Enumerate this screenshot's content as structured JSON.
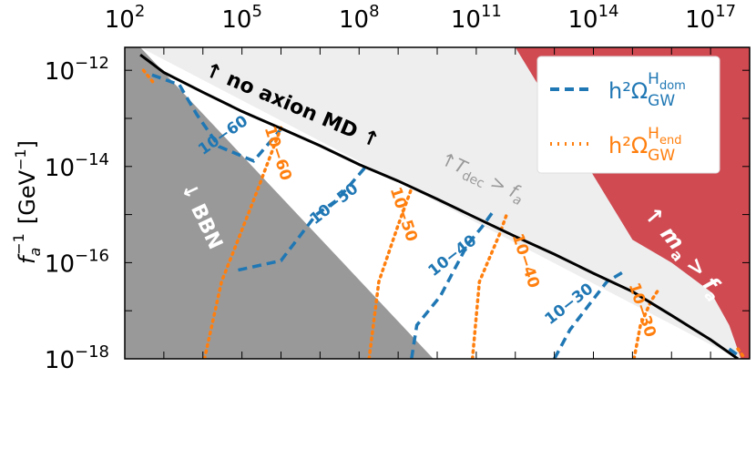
{
  "chart_data": {
    "type": "line",
    "x_axis": {
      "scale": "log",
      "range": [
        100.0,
        1e+18
      ],
      "tick_labels": [
        {
          "value": 100.0,
          "base": "10",
          "exp": "2"
        },
        {
          "value": 100000.0,
          "base": "10",
          "exp": "5"
        },
        {
          "value": 100000000.0,
          "base": "10",
          "exp": "8"
        },
        {
          "value": 100000000000.0,
          "base": "10",
          "exp": "11"
        },
        {
          "value": 100000000000000.0,
          "base": "10",
          "exp": "14"
        },
        {
          "value": 1e+17,
          "base": "10",
          "exp": "17"
        }
      ],
      "label_position": "top"
    },
    "y_axis": {
      "scale": "log",
      "range": [
        1e-18,
        3e-12
      ],
      "tick_labels": [
        {
          "value": 1e-12,
          "base": "10",
          "exp": "−12"
        },
        {
          "value": 1e-14,
          "base": "10",
          "exp": "−14"
        },
        {
          "value": 1e-16,
          "base": "10",
          "exp": "−16"
        },
        {
          "value": 1e-18,
          "base": "10",
          "exp": "−18"
        }
      ],
      "label": {
        "main": "f",
        "sub": "a",
        "sup": "−1",
        "unit_open": "[GeV",
        "unit_sup": "−1",
        "unit_close": "]"
      }
    },
    "grid": false,
    "legend": {
      "placement": "top-right",
      "entries": [
        {
          "linestyle": "dashed",
          "color": "#1f77b4",
          "text": "h²Ω",
          "sub": "GW",
          "sup": "H",
          "supsub": "dom"
        },
        {
          "linestyle": "dotted",
          "color": "#ff7f0e",
          "text": "h²Ω",
          "sub": "GW",
          "sup": "H",
          "supsub": "end"
        }
      ]
    },
    "regions": {
      "bbn": {
        "label": "↓ BBN",
        "color": "#999999",
        "points": [
          [
            100.0,
            3e-12
          ],
          [
            250.0,
            3e-12
          ],
          [
            8000000000.0,
            1e-18
          ],
          [
            100.0,
            1e-18
          ]
        ]
      },
      "tdec": {
        "label_arrow": "↑",
        "label_T": "T",
        "label_sub": "dec",
        "label_gt": " > ",
        "label_f": "f",
        "label_fsub": "a",
        "color": "#eeeeee",
        "points": [
          [
            250.0,
            3e-12
          ],
          [
            1000000000000.0,
            3e-12
          ],
          [
            3e+17,
            1e-17
          ],
          [
            1e+18,
            1e-18
          ],
          [
            5e+17,
            1e-18
          ]
        ]
      },
      "ma": {
        "label_arrow": "↑ ",
        "label_m": "m",
        "label_msub": "a",
        "label_gt": " > ",
        "label_f": "f",
        "label_fsub": "a",
        "color": "#d04a52",
        "points": [
          [
            1000000000000.0,
            3e-12
          ],
          [
            1e+18,
            3e-12
          ],
          [
            1e+18,
            1e-18
          ],
          [
            6e+17,
            1e-18
          ],
          [
            3e+17,
            5e-18
          ],
          [
            1e+17,
            2.5e-17
          ],
          [
            1e+16,
            1e-16
          ],
          [
            1000000000000000.0,
            3e-16
          ]
        ]
      }
    },
    "boundary": {
      "label": "↑ no axion MD ↑",
      "color": "#000000",
      "points": [
        [
          250.0,
          2.1e-12
        ],
        [
          1000.0,
          9e-13
        ],
        [
          10000.0,
          3.5e-13
        ],
        [
          100000.0,
          1.4e-13
        ],
        [
          1000000.0,
          6.2e-14
        ],
        [
          10000000.0,
          2.7e-14
        ],
        [
          100000000.0,
          1.1e-14
        ],
        [
          1000000000.0,
          5e-15
        ],
        [
          10000000000.0,
          2.1e-15
        ],
        [
          100000000000.0,
          8.5e-16
        ],
        [
          1000000000000.0,
          3.5e-16
        ],
        [
          10000000000000.0,
          1.5e-16
        ],
        [
          100000000000000.0,
          6e-17
        ],
        [
          1000000000000000.0,
          2.5e-17
        ],
        [
          1e+16,
          8e-18
        ],
        [
          1e+17,
          2.5e-18
        ],
        [
          5e+17,
          1e-18
        ]
      ]
    },
    "series": [
      {
        "style": "dashed",
        "color": "#1f77b4",
        "label": "10−60",
        "points": [
          [
            500.0,
            8e-13
          ],
          [
            2500.0,
            5e-13
          ],
          [
            7000.0,
            1.2e-13
          ],
          [
            26000.0,
            2.6e-14
          ],
          [
            200000.0,
            1.3e-14
          ],
          [
            1000000.0,
            6e-14
          ]
        ]
      },
      {
        "style": "dashed",
        "color": "#1f77b4",
        "label": "10−50",
        "points": [
          [
            80000.0,
            7e-17
          ],
          [
            1000000.0,
            1.1e-16
          ],
          [
            8000000.0,
            1e-15
          ],
          [
            27000000.0,
            2e-15
          ],
          [
            150000000.0,
            1e-14
          ]
        ]
      },
      {
        "style": "dashed",
        "color": "#1f77b4",
        "label": "10−40",
        "points": [
          [
            2200000000.0,
            1e-18
          ],
          [
            3000000000.0,
            5e-18
          ],
          [
            12000000000.0,
            2e-17
          ],
          [
            60000000000.0,
            2.4e-16
          ],
          [
            140000000000.0,
            5.5e-16
          ],
          [
            300000000000.0,
            1.3e-15
          ]
        ]
      },
      {
        "style": "dashed",
        "color": "#1f77b4",
        "label": "10−30",
        "points": [
          [
            10000000000000.0,
            1e-18
          ],
          [
            25000000000000.0,
            4e-18
          ],
          [
            70000000000000.0,
            1.2e-17
          ],
          [
            220000000000000.0,
            4e-17
          ],
          [
            600000000000000.0,
            6.5e-17
          ]
        ]
      },
      {
        "style": "dashed",
        "color": "#1f77b4",
        "label": "",
        "points": [
          [
            3e+17,
            1.6e-18
          ],
          [
            5e+17,
            1.2e-18
          ]
        ]
      },
      {
        "style": "dotted",
        "color": "#ff7f0e",
        "label": "",
        "points": [
          [
            300.0,
            1e-12
          ],
          [
            600.0,
            5e-13
          ]
        ]
      },
      {
        "style": "dotted",
        "color": "#ff7f0e",
        "label": "10−60",
        "points": [
          [
            11000.0,
            1e-18
          ],
          [
            30000.0,
            4e-17
          ],
          [
            200000.0,
            2e-15
          ],
          [
            1000000.0,
            6.4e-14
          ]
        ]
      },
      {
        "style": "dotted",
        "color": "#ff7f0e",
        "label": "10−50",
        "points": [
          [
            180000000.0,
            1e-18
          ],
          [
            320000000.0,
            4e-17
          ],
          [
            1000000000.0,
            6e-16
          ],
          [
            2200000000.0,
            3.5e-15
          ]
        ]
      },
      {
        "style": "dotted",
        "color": "#ff7f0e",
        "label": "10−40",
        "points": [
          [
            80000000000.0,
            1e-18
          ],
          [
            120000000000.0,
            4e-17
          ],
          [
            400000000000.0,
            4e-16
          ],
          [
            600000000000.0,
            1e-15
          ]
        ]
      },
      {
        "style": "dotted",
        "color": "#ff7f0e",
        "label": "10−30",
        "points": [
          [
            1100000000000000.0,
            1e-18
          ],
          [
            1600000000000000.0,
            5e-18
          ],
          [
            3000000000000000.0,
            1.6e-17
          ],
          [
            5000000000000000.0,
            3e-17
          ]
        ]
      },
      {
        "style": "dotted",
        "color": "#ff7f0e",
        "label": "",
        "points": [
          [
            5e+17,
            1.6e-18
          ],
          [
            7e+17,
            1.1e-18
          ]
        ]
      }
    ]
  }
}
